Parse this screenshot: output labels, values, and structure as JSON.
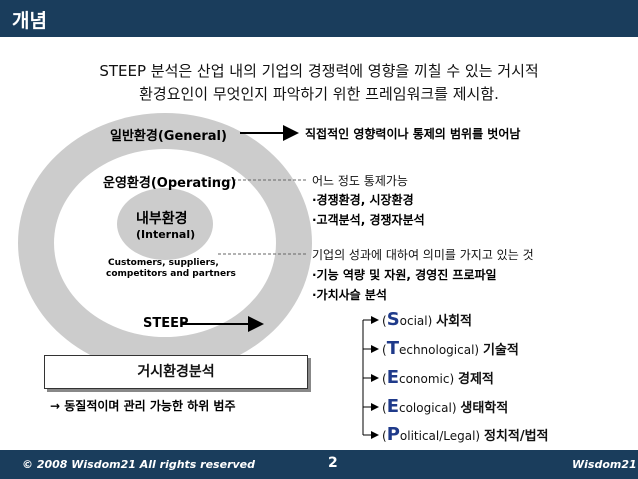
{
  "header": {
    "title": "개념"
  },
  "intro": {
    "line1": "STEEP 분석은 산업 내의 기업의 경쟁력에 영향을 끼칠 수 있는 거시적",
    "line2": "환경요인이 무엇인지 파악하기 위한 프레임워크를 제시함."
  },
  "diagram": {
    "general": "일반환경(General)",
    "operating": "운영환경(Operating)",
    "internal1": "내부환경",
    "internal2": "(Internal)",
    "partners1": "Customers, suppliers,",
    "partners2": "competitors and partners",
    "steep": "STEEP",
    "general_desc": "직접적인 영향력이나 통제의 범위를 벗어남",
    "operating_desc": "어느 정도 통제가능",
    "operating_b1": "·경쟁환경, 시장환경",
    "operating_b2": "·고객분석, 경쟁자분석",
    "internal_desc": "기업의 성과에 대하여 의미를 가지고 있는 것",
    "internal_b1": "·기능 역량 및 자원, 경영진 프로파일",
    "internal_b2": "·가치사슬 분석"
  },
  "macro_box": "거시환경분석",
  "macro_note": "→ 동질적이며 관리 가능한 하위 범주",
  "categories": [
    {
      "open": "(",
      "letter": "S",
      "rest": "ocial)",
      "ko": "사회적"
    },
    {
      "open": "(",
      "letter": "T",
      "rest": "echnological)",
      "ko": "기술적"
    },
    {
      "open": "(",
      "letter": "E",
      "rest": "conomic)",
      "ko": "경제적"
    },
    {
      "open": "(",
      "letter": "E",
      "rest": "cological)",
      "ko": "생태학적"
    },
    {
      "open": "(",
      "letter": "P",
      "rest": "olitical/Legal)",
      "ko": "정치적/법적"
    }
  ],
  "footer": {
    "copyright": "© 2008  Wisdom21  All rights reserved",
    "page": "2",
    "brand": "Wisdom21"
  },
  "colors": {
    "header_bg": "#1a3d5c",
    "ring_outer": "#cccccc",
    "ring_middle": "#ffffff",
    "accent_blue": "#1f3a8a"
  }
}
